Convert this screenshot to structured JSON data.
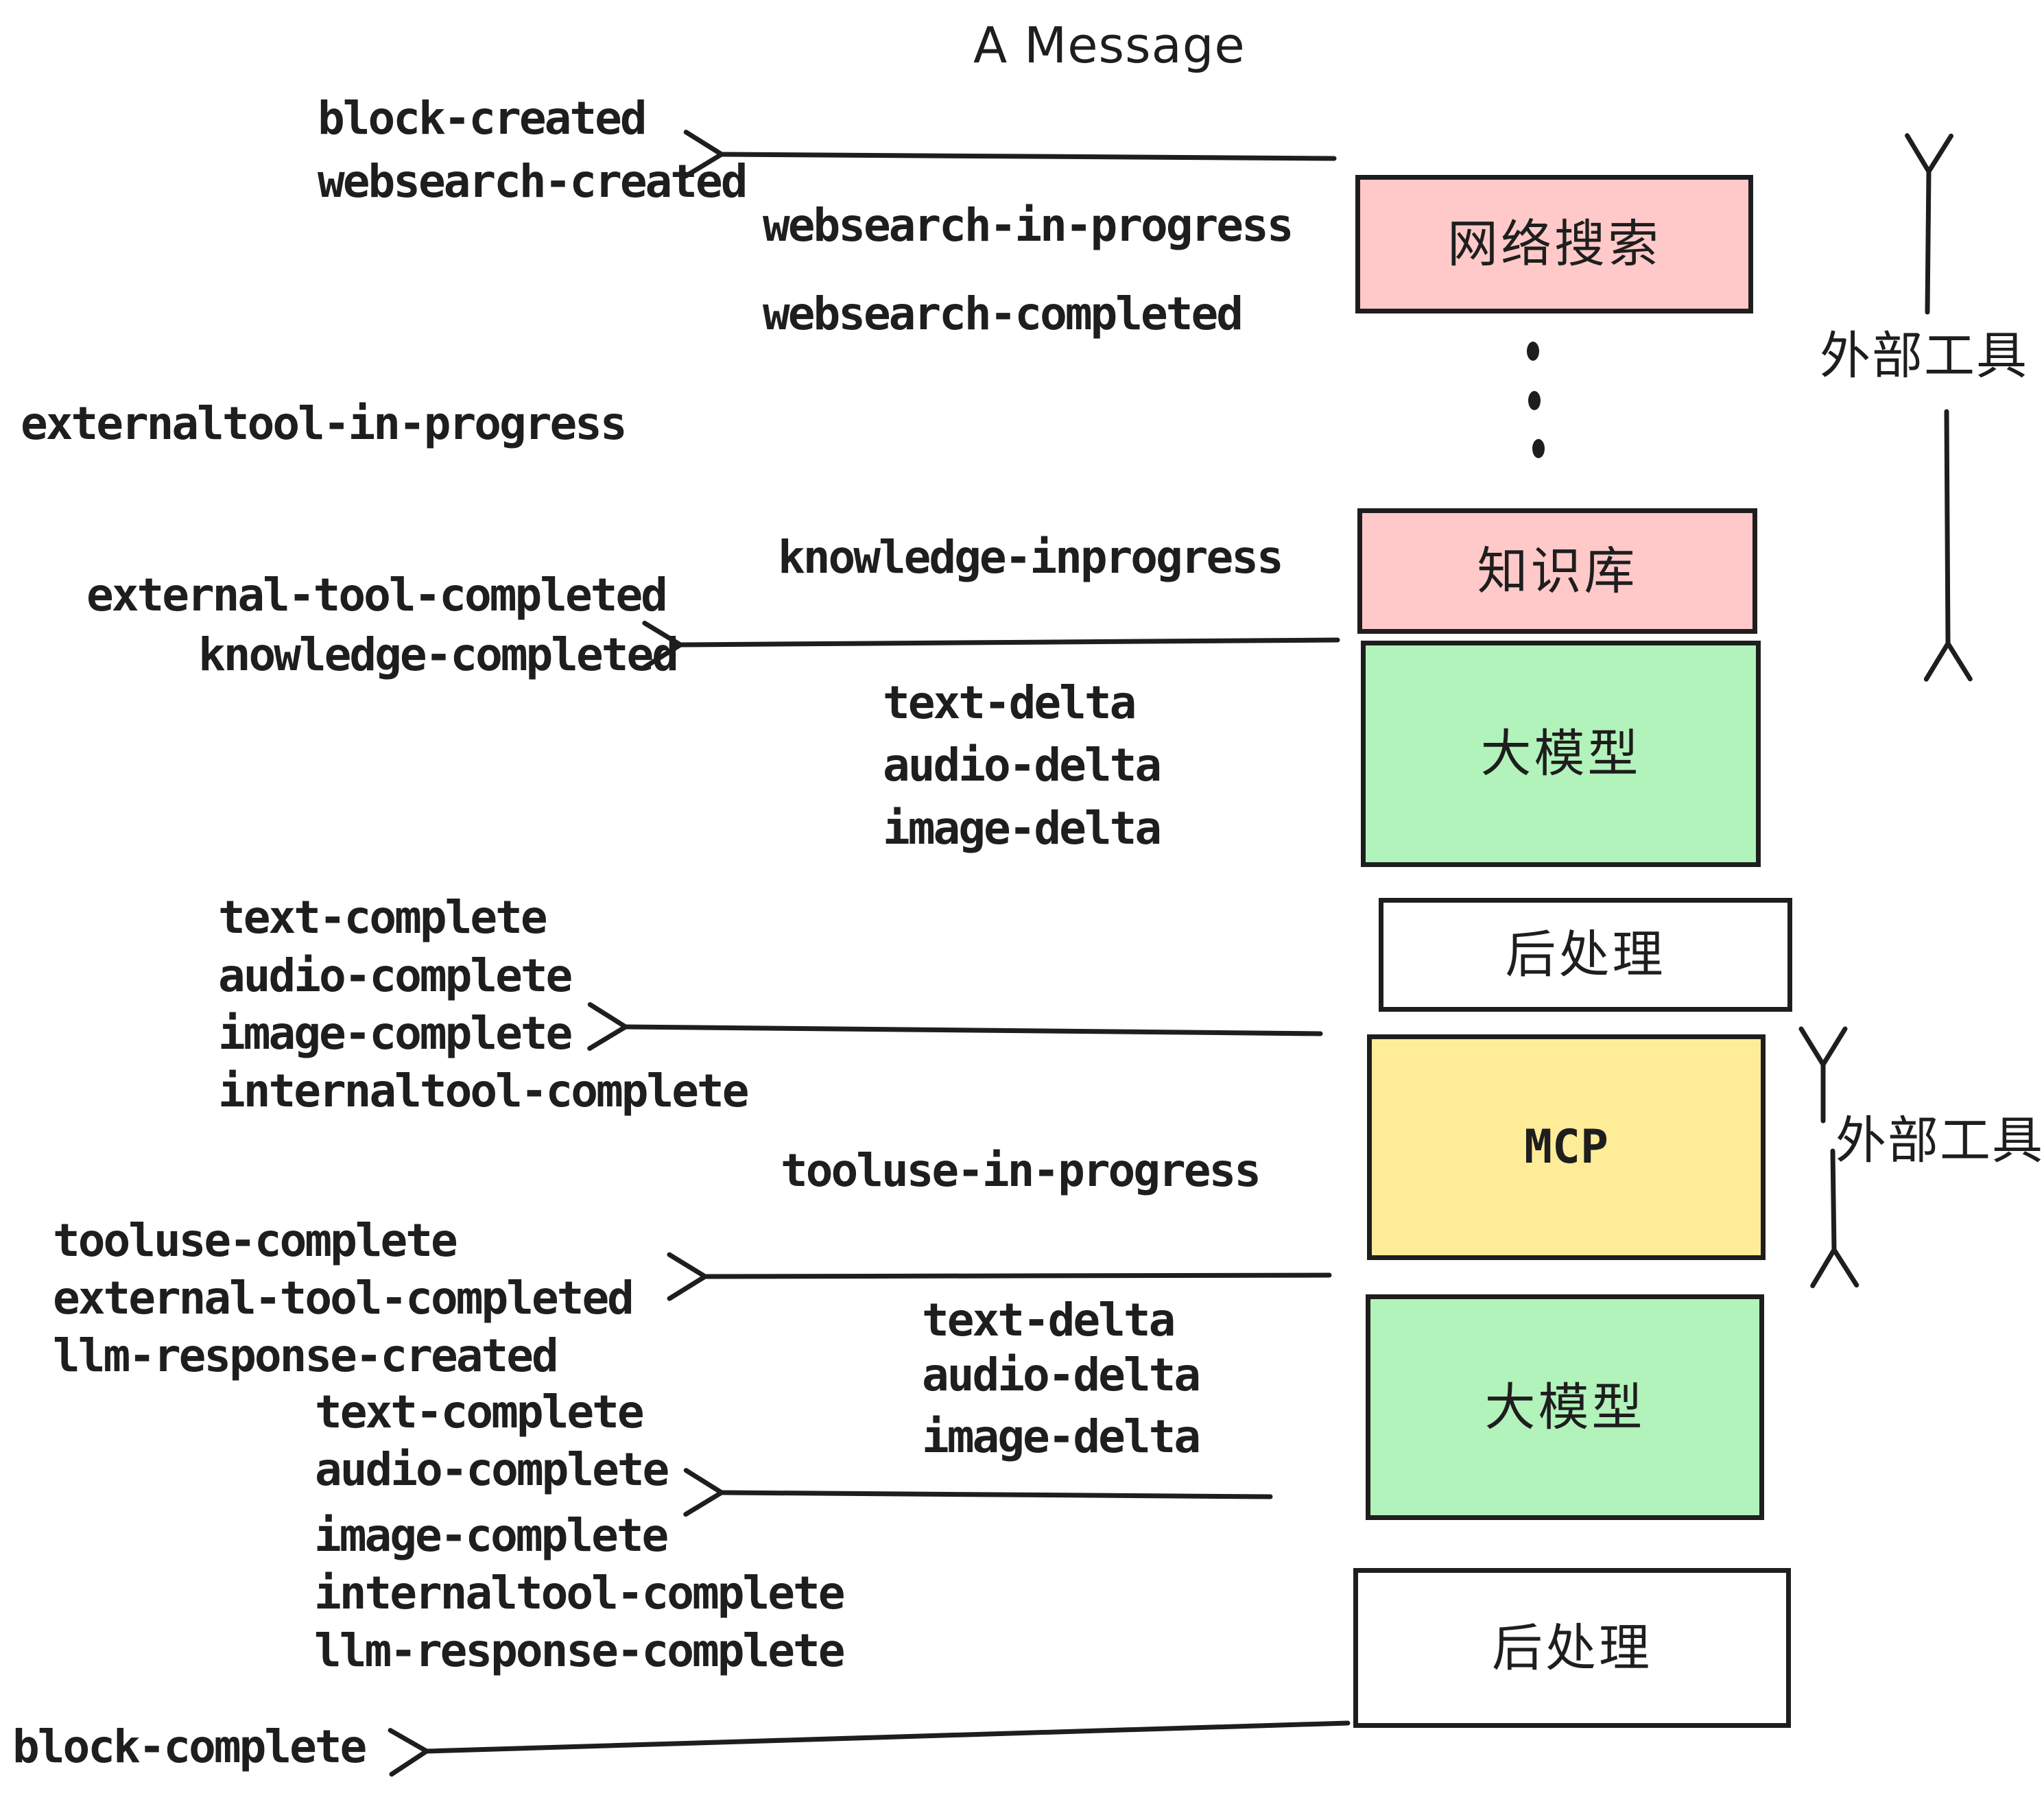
{
  "title": "A Message",
  "events": {
    "block_created": "block-created",
    "websearch_created": "websearch-created",
    "websearch_in_progress": "websearch-in-progress",
    "websearch_completed": "websearch-completed",
    "externaltool_in_progress": "externaltool-in-progress",
    "knowledge_inprogress": "knowledge-inprogress",
    "external_tool_completed": "external-tool-completed",
    "knowledge_completed": "knowledge-completed",
    "text_delta": "text-delta",
    "audio_delta": "audio-delta",
    "image_delta": "image-delta",
    "text_complete": "text-complete",
    "audio_complete": "audio-complete",
    "image_complete": "image-complete",
    "internaltool_complete": "internaltool-complete",
    "tooluse_in_progress": "tooluse-in-progress",
    "tooluse_complete": "tooluse-complete",
    "llm_response_created": "llm-response-created",
    "llm_response_complete": "llm-response-complete",
    "block_complete": "block-complete"
  },
  "boxes": {
    "websearch": "网络搜索",
    "knowledge": "知识库",
    "llm": "大模型",
    "postprocess": "后处理",
    "mcp": "MCP"
  },
  "annotations": {
    "external_tools": "外部工具"
  },
  "colors": {
    "pink": "#ffc9c9",
    "green": "#b2f2bb",
    "yellow": "#ffec99",
    "white": "#ffffff",
    "stroke": "#1e1e1e",
    "background": "#ffffff"
  }
}
